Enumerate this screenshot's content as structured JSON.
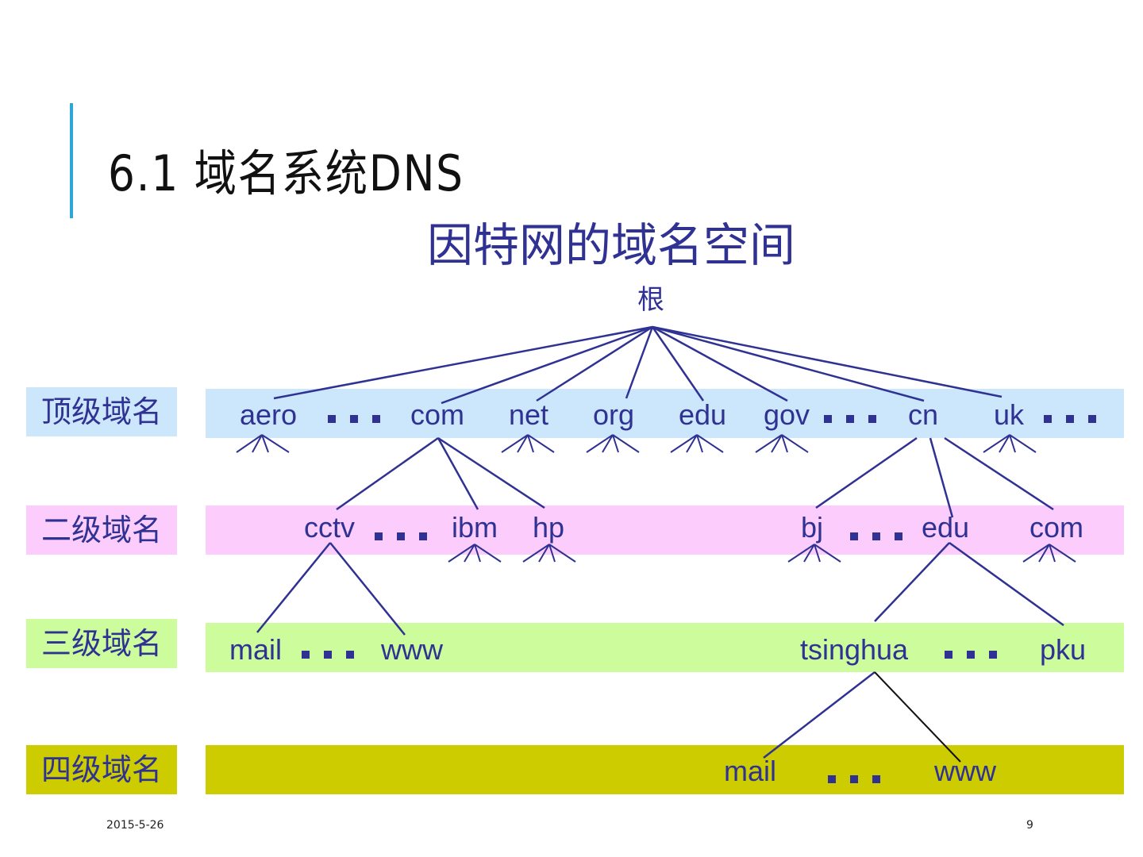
{
  "slide": {
    "title": "6.1 域名系统DNS",
    "diagram_title": "因特网的域名空间",
    "footer_date": "2015-5-26",
    "footer_page": "9"
  },
  "levels": [
    {
      "label": "顶级域名",
      "color": "#cce6fc"
    },
    {
      "label": "二级域名",
      "color": "#fcccfc"
    },
    {
      "label": "三级域名",
      "color": "#ccfc9c"
    },
    {
      "label": "四级域名",
      "color": "#cccc00"
    }
  ],
  "tree": {
    "root": "根",
    "top_level": [
      "aero",
      "com",
      "net",
      "org",
      "edu",
      "gov",
      "cn",
      "uk"
    ],
    "second_level": [
      "cctv",
      "ibm",
      "hp",
      "bj",
      "edu",
      "com"
    ],
    "third_level": [
      "mail",
      "www",
      "tsinghua",
      "pku"
    ],
    "fourth_level": [
      "mail",
      "www"
    ]
  },
  "colors": {
    "line": "#2f3292",
    "text": "#2f3292",
    "accent": "#2fa7d6"
  }
}
